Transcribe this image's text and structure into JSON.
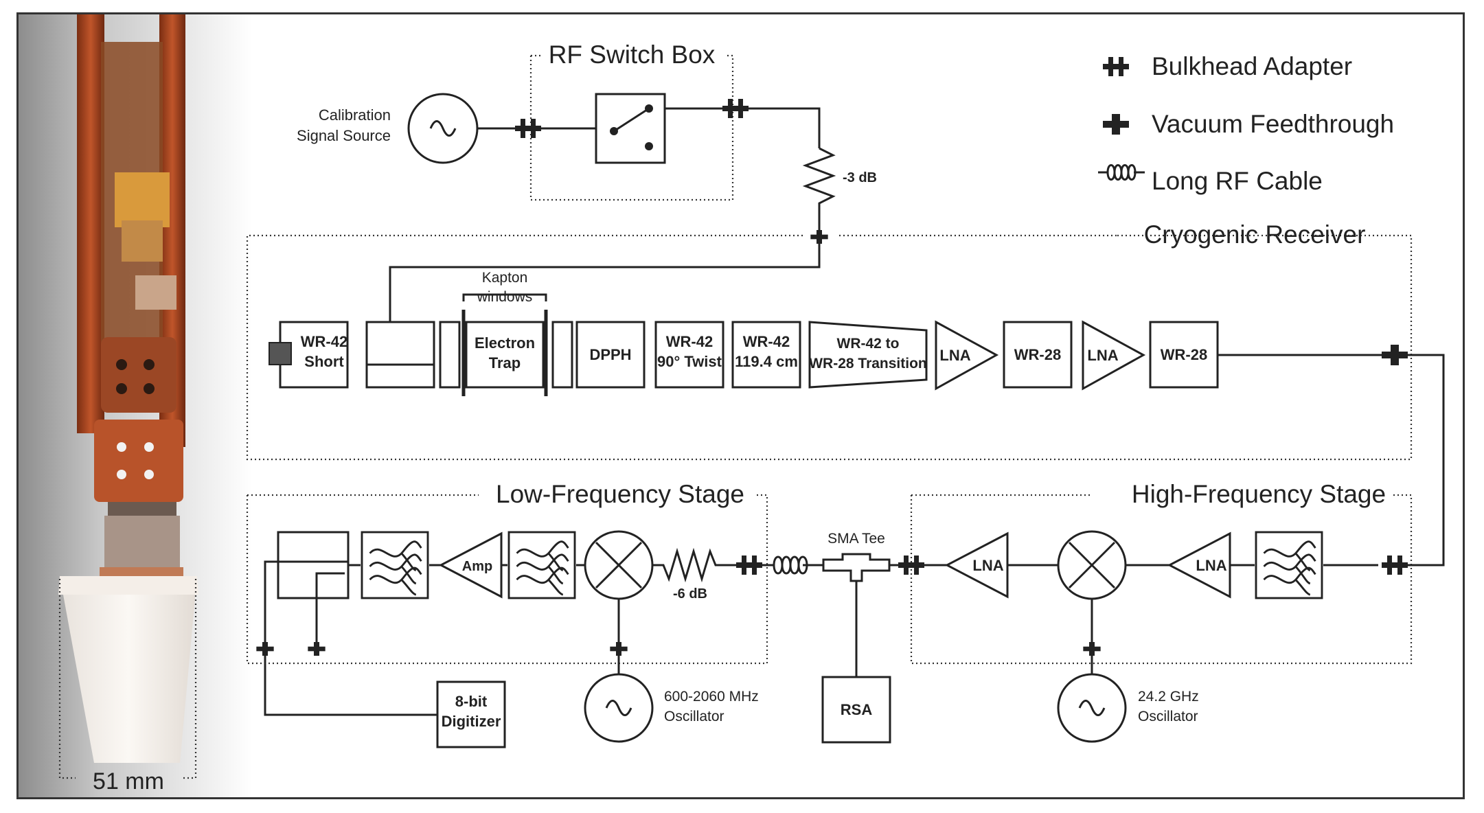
{
  "legend": {
    "bulkhead": "Bulkhead Adapter",
    "feedthrough": "Vacuum Feedthrough",
    "cable": "Long RF Cable"
  },
  "groups": {
    "rf_switch_box": "RF Switch Box",
    "cryogenic_receiver": "Cryogenic Receiver",
    "low_frequency_stage": "Low-Frequency Stage",
    "high_frequency_stage": "High-Frequency Stage"
  },
  "photo": {
    "scale_label": "51 mm"
  },
  "labels": {
    "cal_line1": "Calibration",
    "cal_line2": "Signal Source",
    "atten_3": "-3 dB",
    "atten_6": "-6 dB",
    "kapton_line1": "Kapton",
    "kapton_line2": "windows",
    "sma_tee": "SMA Tee",
    "lo_low_line1": "600-2060 MHz",
    "lo_low_line2": "Oscillator",
    "lo_high_line1": "24.2 GHz",
    "lo_high_line2": "Oscillator"
  },
  "blocks": {
    "wr42_short": [
      "WR-42",
      "Short"
    ],
    "electron_trap": [
      "Electron",
      "Trap"
    ],
    "dpph": "DPPH",
    "twist": [
      "WR-42",
      "90° Twist"
    ],
    "wr42_len": [
      "WR-42",
      "119.4 cm"
    ],
    "transition": [
      "WR-42 to",
      "WR-28 Transition"
    ],
    "lna1": "LNA",
    "wr28_a": "WR-28",
    "lna2": "LNA",
    "wr28_b": "WR-28",
    "amp": "Amp",
    "lna_hf1": "LNA",
    "lna_hf2": "LNA",
    "digitizer": [
      "8-bit",
      "Digitizer"
    ],
    "rsa": "RSA"
  }
}
